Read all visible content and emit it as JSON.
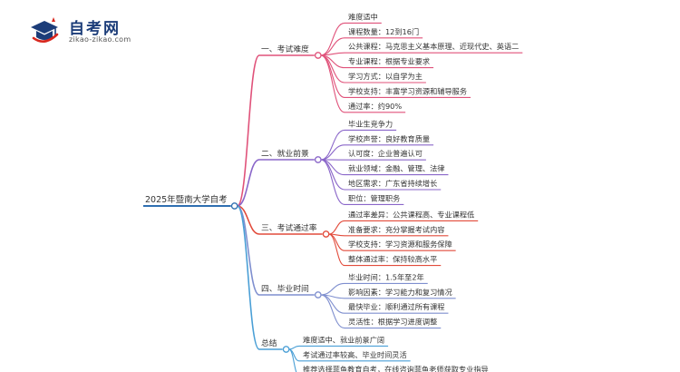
{
  "logo": {
    "name": "自考网",
    "url_text": "zikao-zikao.com",
    "mark_colors": [
      "#1c3d79",
      "#d8281f"
    ]
  },
  "root": {
    "label": "2025年暨南大学自考",
    "color": "#2f6fb1"
  },
  "branches": [
    {
      "label": "一、考试难度",
      "color": "#e0527a",
      "children": [
        "难度适中",
        "课程数量：12到16门",
        "公共课程：马克思主义基本原理、近现代史、英语二",
        "专业课程：根据专业要求",
        "学习方式：以自学为主",
        "学校支持：丰富学习资源和辅导服务",
        "通过率：约90%"
      ]
    },
    {
      "label": "二、就业前景",
      "color": "#8a66c9",
      "children": [
        "毕业生竞争力",
        "学校声誉：良好教育质量",
        "认可度：企业普遍认可",
        "就业领域：金融、管理、法律",
        "地区需求：广东省持续增长",
        "职位：管理职务"
      ]
    },
    {
      "label": "三、考试通过率",
      "color": "#e24b3b",
      "children": [
        "通过率差异：公共课程高、专业课程低",
        "准备要求：充分掌握考试内容",
        "学校支持：学习资源和服务保障",
        "整体通过率：保持较高水平"
      ]
    },
    {
      "label": "四、毕业时间",
      "color": "#7f8fcf",
      "children": [
        "毕业时间：1.5年至2年",
        "影响因素：学习能力和复习情况",
        "最快毕业：顺利通过所有课程",
        "灵活性：根据学习进度调整"
      ]
    },
    {
      "label": "总结",
      "color": "#4a9fd6",
      "children": [
        "难度适中、就业前景广阔",
        "考试通过率较高、毕业时间灵活",
        "推荐选择菲鱼教育自考，在线咨询菲鱼老师获取专业指导"
      ]
    }
  ],
  "colors": {
    "node_fill": "#ffffff",
    "text": "#333333"
  }
}
